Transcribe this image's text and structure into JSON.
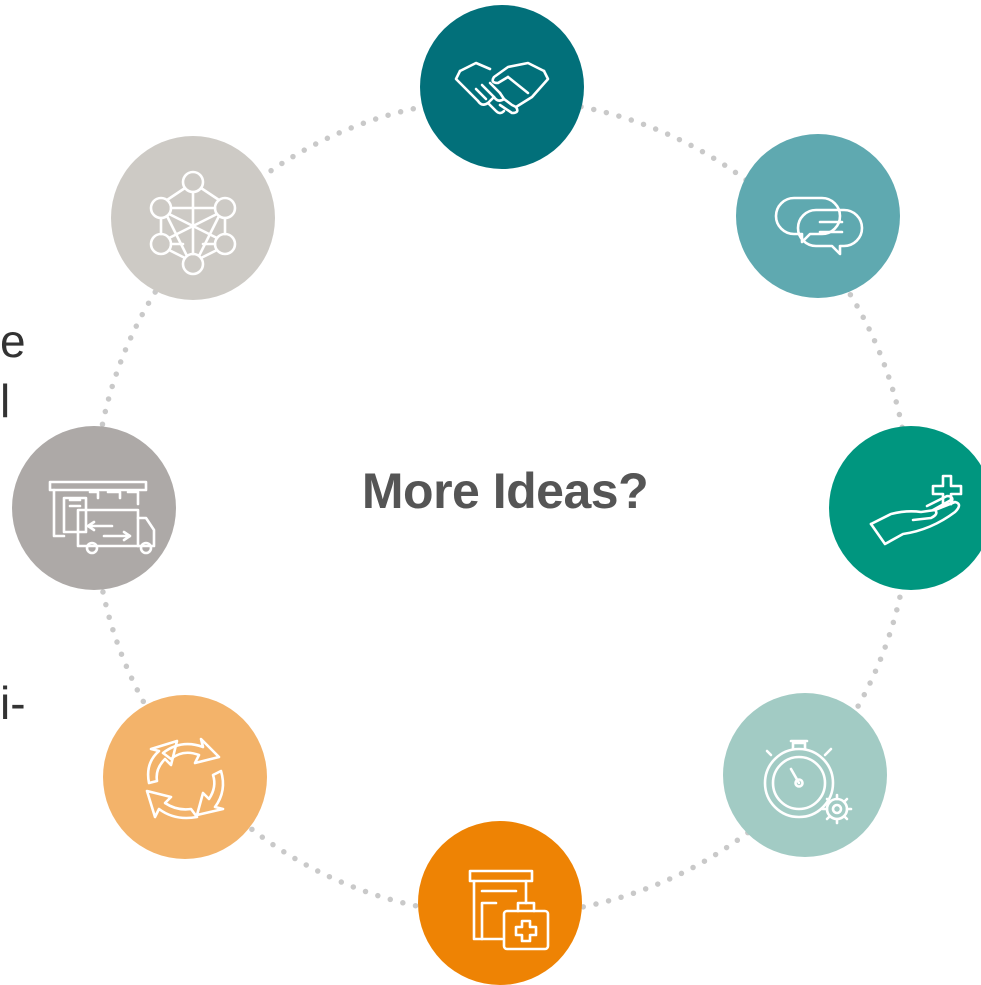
{
  "center_title": "More Ideas?",
  "left_text_fragments": [
    "e",
    "l",
    "i-"
  ],
  "nodes": [
    {
      "icon": "handshake-icon",
      "color": "#02707A"
    },
    {
      "icon": "chat-bubbles-icon",
      "color": "#5FA9B0"
    },
    {
      "icon": "care-hand-icon",
      "color": "#00967F"
    },
    {
      "icon": "stopwatch-gear-icon",
      "color": "#A2CBC4"
    },
    {
      "icon": "pharmacy-medkit-icon",
      "color": "#EE8304"
    },
    {
      "icon": "recycle-arrows-icon",
      "color": "#F3B36A"
    },
    {
      "icon": "logistics-truck-icon",
      "color": "#ADA9A7"
    },
    {
      "icon": "network-icon",
      "color": "#CDCAC5"
    }
  ]
}
